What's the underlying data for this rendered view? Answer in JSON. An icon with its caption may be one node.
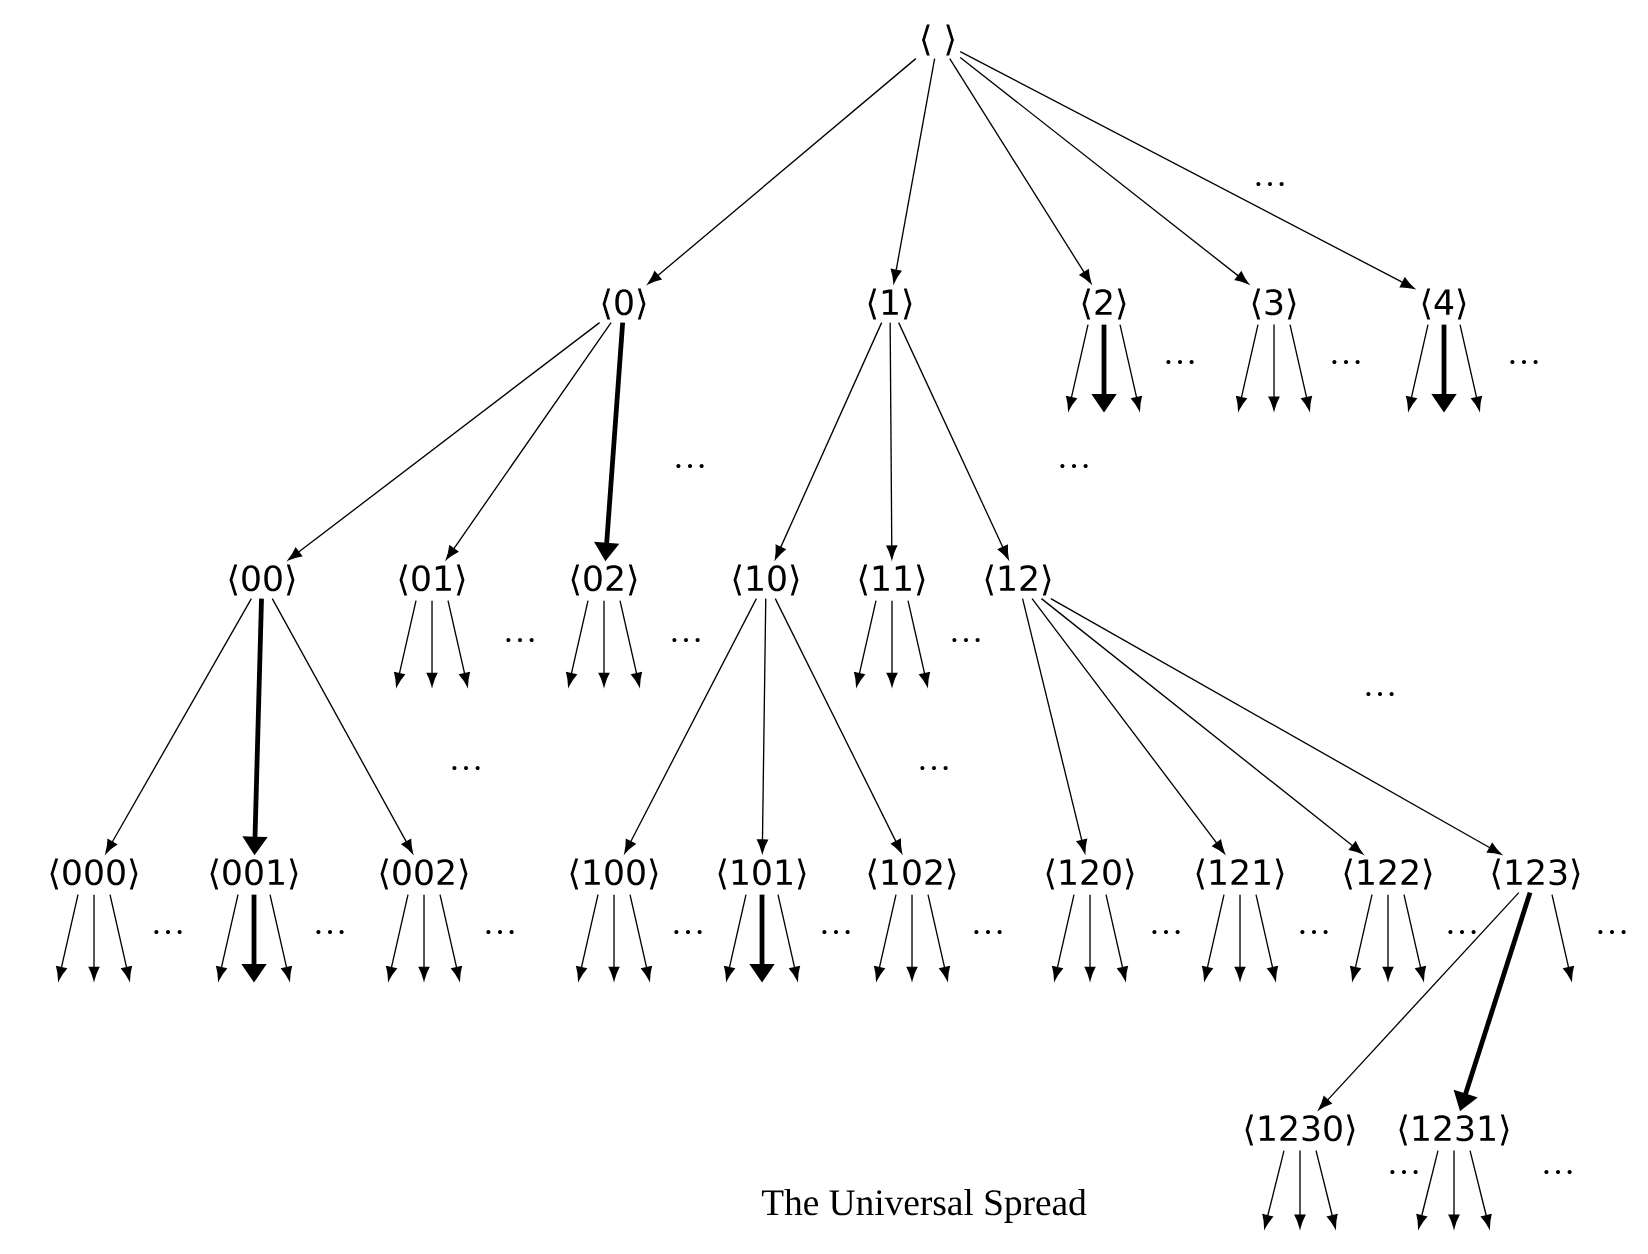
{
  "diagram": {
    "caption": "The Universal Spread",
    "nodes": [
      {
        "text": [
          "⟨ ⟩"
        ]
      },
      {
        "text": [
          "⟨0⟩"
        ]
      },
      {
        "text": [
          "⟨1⟩"
        ]
      },
      {
        "text": [
          "⟨2⟩"
        ]
      },
      {
        "text": [
          "⟨3⟩"
        ]
      },
      {
        "text": [
          "⟨4⟩"
        ]
      },
      {
        "text": [
          "⟨00⟩"
        ]
      },
      {
        "text": [
          "⟨01⟩"
        ]
      },
      {
        "text": [
          "⟨02⟩"
        ]
      },
      {
        "text": [
          "⟨10⟩"
        ]
      },
      {
        "text": [
          "⟨11⟩"
        ]
      },
      {
        "text": [
          "⟨12⟩"
        ]
      },
      {
        "text": [
          "⟨000⟩"
        ]
      },
      {
        "text": [
          "⟨001⟩"
        ]
      },
      {
        "text": [
          "⟨002⟩"
        ]
      },
      {
        "text": [
          "⟨100⟩"
        ]
      },
      {
        "text": [
          "⟨101⟩"
        ]
      },
      {
        "text": [
          "⟨102⟩"
        ]
      },
      {
        "text": [
          "⟨120⟩"
        ]
      },
      {
        "text": [
          "⟨121⟩"
        ]
      },
      {
        "text": [
          "⟨122⟩"
        ]
      },
      {
        "text": [
          "⟨123⟩"
        ]
      },
      {
        "text": [
          "⟨1230⟩"
        ]
      },
      {
        "text": [
          "⟨1231⟩"
        ]
      }
    ],
    "edges": [
      {
        "from": 0,
        "to": 1,
        "arrow": "to"
      },
      {
        "from": 0,
        "to": 2,
        "arrow": "to"
      },
      {
        "from": 0,
        "to": 3,
        "arrow": "to"
      },
      {
        "from": 0,
        "to": 4,
        "arrow": "to"
      },
      {
        "from": 0,
        "to": 5,
        "arrow": "to"
      },
      {
        "from": 1,
        "to": 6,
        "arrow": "to"
      },
      {
        "from": 1,
        "to": 7,
        "arrow": "to"
      },
      {
        "from": 1,
        "to": 8,
        "arrow": "to",
        "style": "thick"
      },
      {
        "from": 2,
        "to": 9,
        "arrow": "to"
      },
      {
        "from": 2,
        "to": 10,
        "arrow": "to"
      },
      {
        "from": 2,
        "to": 11,
        "arrow": "to"
      },
      {
        "from": 3,
        "to": null,
        "arrow": "to"
      },
      {
        "from": 3,
        "to": null,
        "arrow": "to",
        "style": "thick"
      },
      {
        "from": 3,
        "to": null,
        "arrow": "to"
      },
      {
        "from": 4,
        "to": null,
        "arrow": "to"
      },
      {
        "from": 4,
        "to": null,
        "arrow": "to"
      },
      {
        "from": 4,
        "to": null,
        "arrow": "to"
      },
      {
        "from": 5,
        "to": null,
        "arrow": "to"
      },
      {
        "from": 5,
        "to": null,
        "arrow": "to",
        "style": "thick"
      },
      {
        "from": 5,
        "to": null,
        "arrow": "to"
      },
      {
        "from": 6,
        "to": 12,
        "arrow": "to"
      },
      {
        "from": 6,
        "to": 13,
        "arrow": "to",
        "style": "thick"
      },
      {
        "from": 6,
        "to": 14,
        "arrow": "to"
      },
      {
        "from": 7,
        "to": null,
        "arrow": "to"
      },
      {
        "from": 7,
        "to": null,
        "arrow": "to"
      },
      {
        "from": 7,
        "to": null,
        "arrow": "to"
      },
      {
        "from": 8,
        "to": null,
        "arrow": "to"
      },
      {
        "from": 8,
        "to": null,
        "arrow": "to"
      },
      {
        "from": 8,
        "to": null,
        "arrow": "to"
      },
      {
        "from": 9,
        "to": 15,
        "arrow": "to"
      },
      {
        "from": 9,
        "to": 16,
        "arrow": "to"
      },
      {
        "from": 9,
        "to": 17,
        "arrow": "to"
      },
      {
        "from": 10,
        "to": null,
        "arrow": "to"
      },
      {
        "from": 10,
        "to": null,
        "arrow": "to"
      },
      {
        "from": 10,
        "to": null,
        "arrow": "to"
      },
      {
        "from": 11,
        "to": 18,
        "arrow": "to"
      },
      {
        "from": 11,
        "to": 19,
        "arrow": "to"
      },
      {
        "from": 11,
        "to": 20,
        "arrow": "to"
      },
      {
        "from": 11,
        "to": 21,
        "arrow": "to"
      },
      {
        "from": 12,
        "to": null,
        "arrow": "to"
      },
      {
        "from": 12,
        "to": null,
        "arrow": "to"
      },
      {
        "from": 12,
        "to": null,
        "arrow": "to"
      },
      {
        "from": 13,
        "to": null,
        "arrow": "to"
      },
      {
        "from": 13,
        "to": null,
        "arrow": "to",
        "style": "thick"
      },
      {
        "from": 13,
        "to": null,
        "arrow": "to"
      },
      {
        "from": 14,
        "to": null,
        "arrow": "to"
      },
      {
        "from": 14,
        "to": null,
        "arrow": "to"
      },
      {
        "from": 14,
        "to": null,
        "arrow": "to"
      },
      {
        "from": 15,
        "to": null,
        "arrow": "to"
      },
      {
        "from": 15,
        "to": null,
        "arrow": "to"
      },
      {
        "from": 15,
        "to": null,
        "arrow": "to"
      },
      {
        "from": 16,
        "to": null,
        "arrow": "to"
      },
      {
        "from": 16,
        "to": null,
        "arrow": "to",
        "style": "thick"
      },
      {
        "from": 16,
        "to": null,
        "arrow": "to"
      },
      {
        "from": 17,
        "to": null,
        "arrow": "to"
      },
      {
        "from": 17,
        "to": null,
        "arrow": "to"
      },
      {
        "from": 17,
        "to": null,
        "arrow": "to"
      },
      {
        "from": 18,
        "to": null,
        "arrow": "to"
      },
      {
        "from": 18,
        "to": null,
        "arrow": "to"
      },
      {
        "from": 18,
        "to": null,
        "arrow": "to"
      },
      {
        "from": 19,
        "to": null,
        "arrow": "to"
      },
      {
        "from": 19,
        "to": null,
        "arrow": "to"
      },
      {
        "from": 19,
        "to": null,
        "arrow": "to"
      },
      {
        "from": 20,
        "to": null,
        "arrow": "to"
      },
      {
        "from": 20,
        "to": null,
        "arrow": "to"
      },
      {
        "from": 20,
        "to": null,
        "arrow": "to"
      },
      {
        "from": 21,
        "to": 22,
        "arrow": "to"
      },
      {
        "from": 21,
        "to": 23,
        "arrow": "to",
        "style": "thick"
      },
      {
        "from": 21,
        "to": null,
        "arrow": "to"
      },
      {
        "from": 22,
        "to": null,
        "arrow": "to"
      },
      {
        "from": 22,
        "to": null,
        "arrow": "to"
      },
      {
        "from": 22,
        "to": null,
        "arrow": "to"
      },
      {
        "from": 23,
        "to": null,
        "arrow": "to"
      },
      {
        "from": 23,
        "to": null,
        "arrow": "to"
      },
      {
        "from": 23,
        "to": null,
        "arrow": "to"
      }
    ],
    "labels": [
      "…",
      "…",
      "…",
      "…",
      "…",
      "…",
      "…",
      "…",
      "…",
      "…",
      "…",
      "…",
      "…",
      "…",
      "…",
      "…",
      "…",
      "…",
      "…",
      "…",
      "…",
      "…",
      "…",
      "…"
    ]
  }
}
